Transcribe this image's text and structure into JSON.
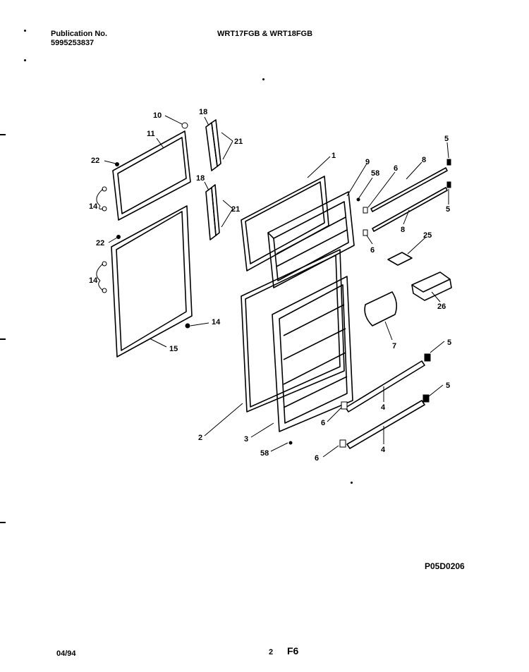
{
  "header": {
    "publication_label": "Publication No.",
    "publication_number": "5995253837",
    "models": "WRT17FGB & WRT18FGB"
  },
  "diagram": {
    "ref_code": "P05D0206",
    "part_numbers": {
      "p1": "1",
      "p2": "2",
      "p3": "3",
      "p4a": "4",
      "p4b": "4",
      "p5a": "5",
      "p5b": "5",
      "p5c": "5",
      "p5d": "5",
      "p6a": "6",
      "p6b": "6",
      "p6c": "6",
      "p6d": "6",
      "p7": "7",
      "p8a": "8",
      "p8b": "8",
      "p9": "9",
      "p10": "10",
      "p11": "11",
      "p14a": "14",
      "p14b": "14",
      "p14c": "14",
      "p15": "15",
      "p18a": "18",
      "p18b": "18",
      "p21a": "21",
      "p21b": "21",
      "p22a": "22",
      "p22b": "22",
      "p25": "25",
      "p26": "26",
      "p58a": "58",
      "p58b": "58"
    }
  },
  "footer": {
    "date": "04/94",
    "page": "2",
    "section": "F6"
  }
}
